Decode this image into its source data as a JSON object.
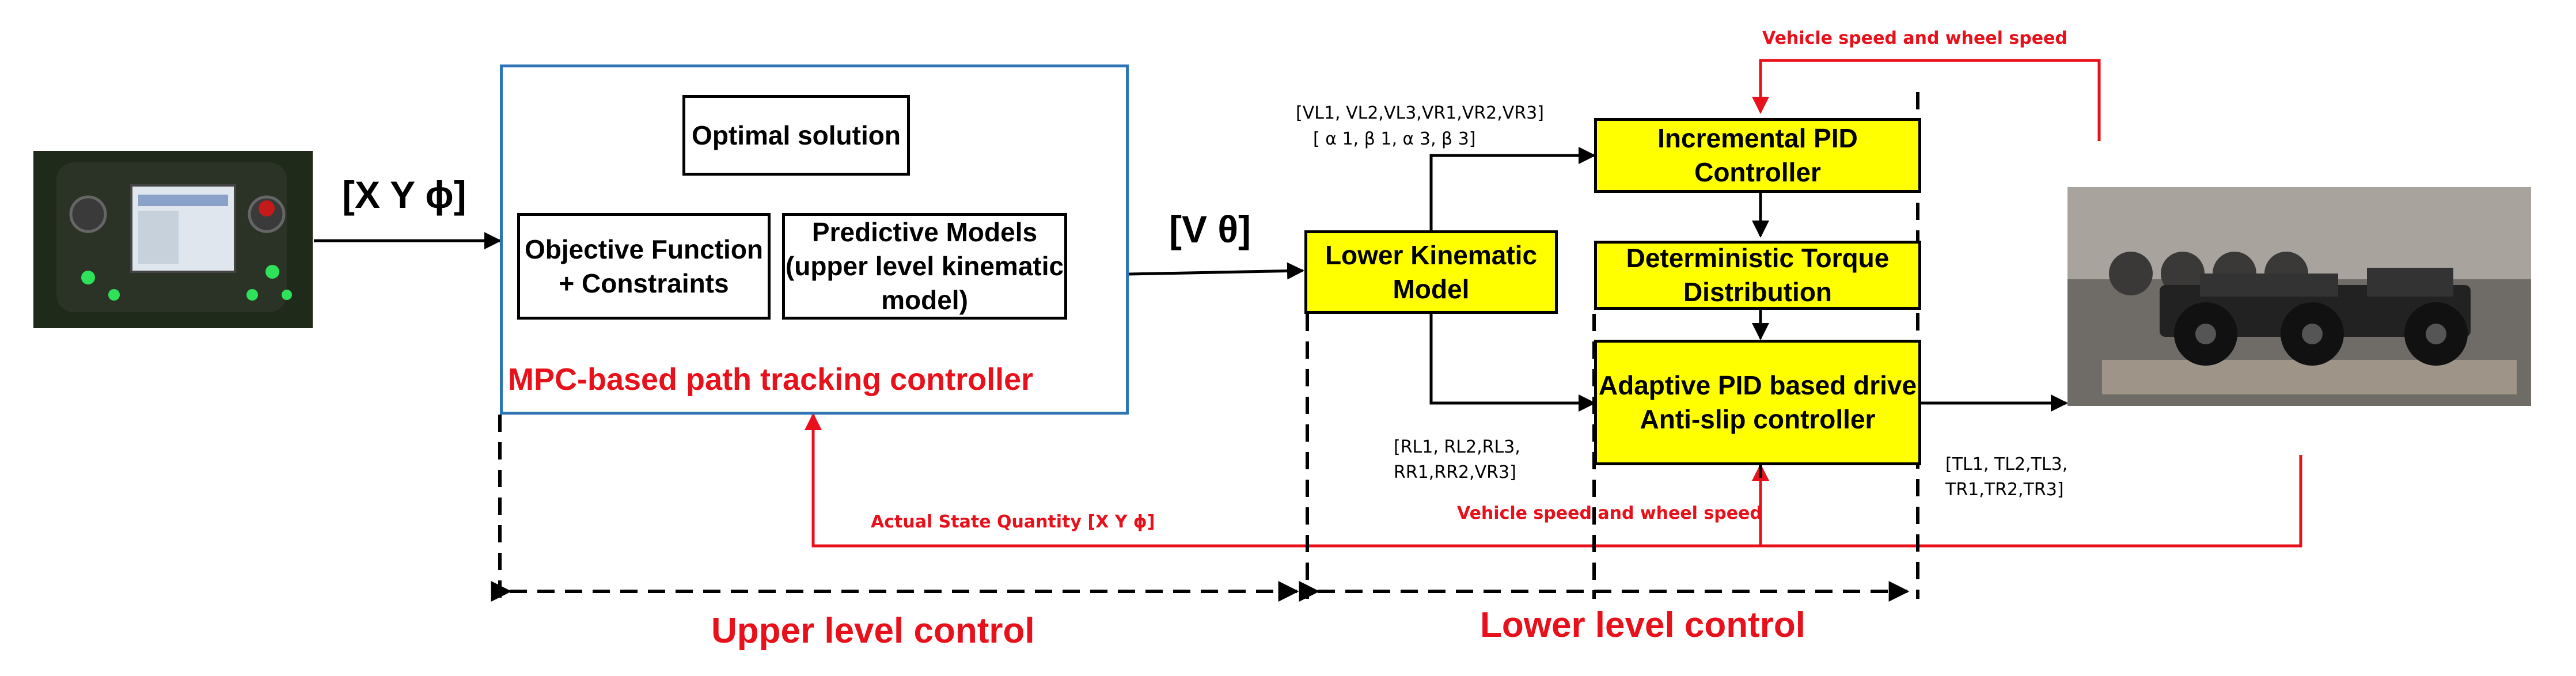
{
  "inputs": {
    "pose_label": "[X Y ϕ]",
    "command_label": "[V θ]"
  },
  "mpc_block": {
    "optimal_solution": "Optimal solution",
    "objective_function": "Objective Function\n+ Constraints",
    "predictive_models": "Predictive Models\n(upper level kinematic\nmodel)",
    "title": "MPC-based path tracking controller"
  },
  "lower_blocks": {
    "lower_kinematic": "Lower Kinematic\nModel",
    "incremental_pid": "Incremental PID\nController",
    "torque_distribution": "Deterministic Torque\nDistribution",
    "adaptive_pid": "Adaptive PID based drive\nAnti-slip controller"
  },
  "signals": {
    "velocity_vector": "[VL1, VL2,VL3,VR1,VR2,VR3]",
    "angle_vector": "[ α 1, β 1, α 3, β 3]",
    "radius_vector": "[RL1, RL2,RL3,\nRR1,RR2,VR3]",
    "torque_vector": "[TL1, TL2,TL3,\nTR1,TR2,TR3]",
    "feedback_top": "Vehicle speed and wheel speed",
    "feedback_mid": "Vehicle speed and wheel speed",
    "feedback_state": "Actual State Quantity [X Y ϕ]"
  },
  "captions": {
    "upper": "Upper level control",
    "lower": "Lower level control"
  },
  "images": {
    "controller_icon": "handheld-remote-controller",
    "vehicle_icon": "six-wheeled-vehicle"
  },
  "colors": {
    "feedback": "#e8101a",
    "highlight_block": "#ffff00",
    "mpc_border": "#2e75b6"
  }
}
